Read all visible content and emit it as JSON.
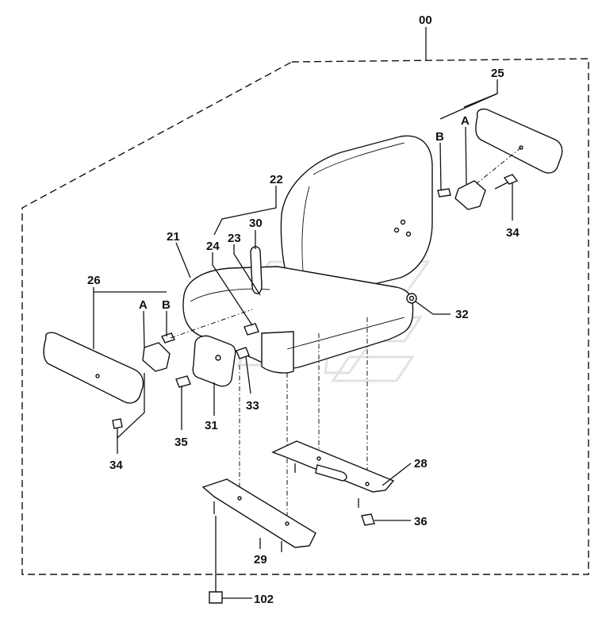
{
  "diagram": {
    "assembly_label": "00",
    "callouts": {
      "c21": "21",
      "c22": "22",
      "c23": "23",
      "c24": "24",
      "c25": "25",
      "c26": "26",
      "c28": "28",
      "c29": "29",
      "c30": "30",
      "c31": "31",
      "c32": "32",
      "c33": "33",
      "c34_right": "34",
      "c34_left": "34",
      "c35": "35",
      "c36": "36",
      "c102": "102"
    },
    "letters": {
      "a_right": "A",
      "b_right": "B",
      "a_left": "A",
      "b_left": "B"
    }
  }
}
